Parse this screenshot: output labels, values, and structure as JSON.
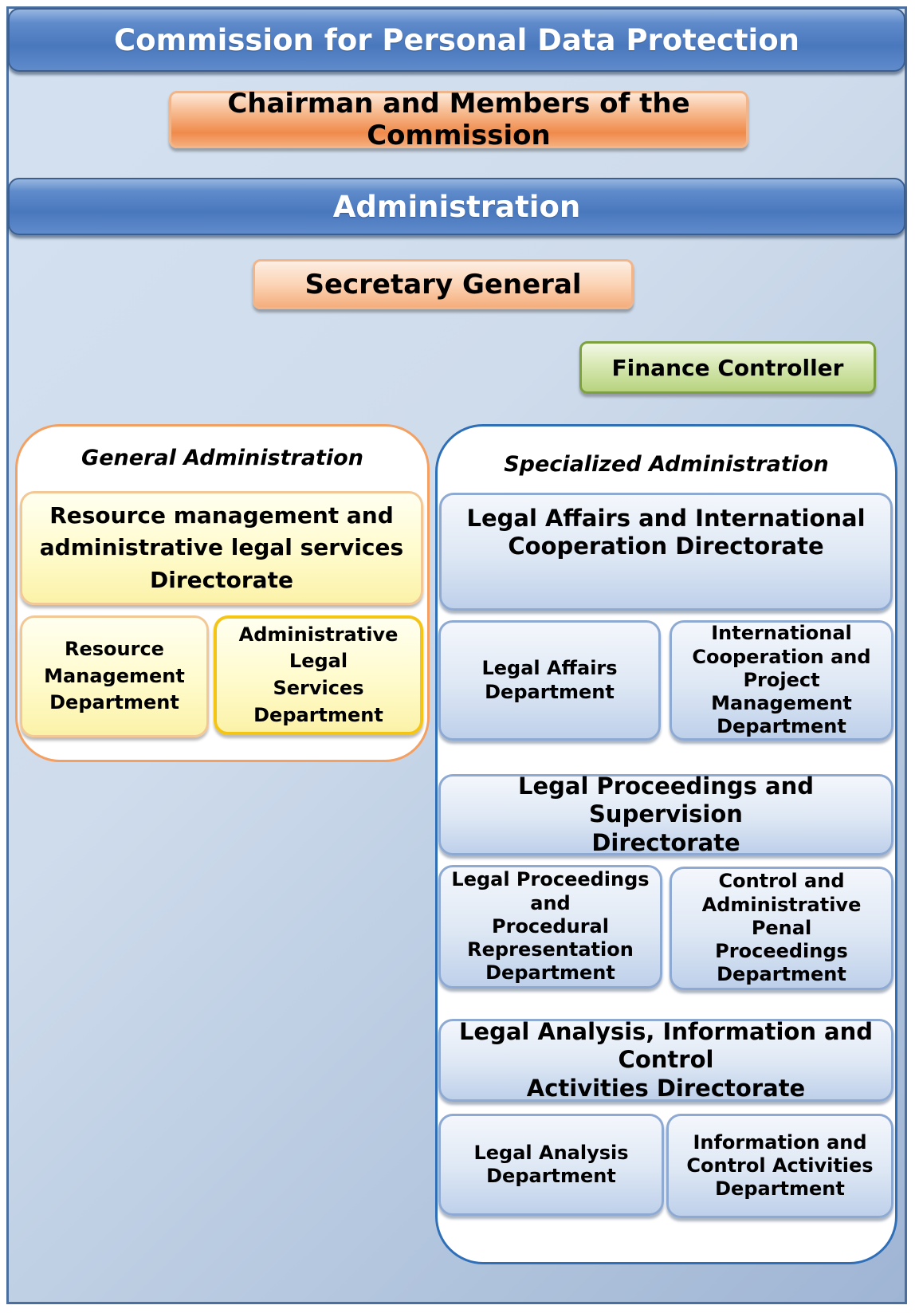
{
  "header": {
    "title": "Commission for Personal Data Protection",
    "chairman": "Chairman and Members of the Commission",
    "administration": "Administration",
    "secretary_general": "Secretary General",
    "finance_controller": "Finance Controller"
  },
  "general_admin": {
    "title": "General Administration",
    "directorate": "Resource management and\nadministrative legal services\nDirectorate",
    "departments": [
      "Resource\nManagement\nDepartment",
      "Administrative Legal\nServices Department"
    ]
  },
  "specialized_admin": {
    "title": "Specialized Administration",
    "directorates": [
      {
        "name": "Legal Affairs and International\nCooperation Directorate",
        "departments": [
          "Legal Affairs\nDepartment",
          "International\nCooperation and\nProject Management\nDepartment"
        ]
      },
      {
        "name": "Legal Proceedings and Supervision\nDirectorate",
        "departments": [
          "Legal Proceedings and\nProcedural\nRepresentation\nDepartment",
          "Control and\nAdministrative Penal\nProceedings\nDepartment"
        ]
      },
      {
        "name": "Legal Analysis, Information and Control\nActivities Directorate",
        "departments": [
          "Legal Analysis\nDepartment",
          "Information and\nControl Activities\nDepartment"
        ]
      }
    ]
  },
  "colors": {
    "banner": "#4a78bd",
    "orange": "#f08a4b",
    "green": "#b7d37e",
    "general_border": "#f3a062",
    "specialized_border": "#2f6fb8"
  }
}
